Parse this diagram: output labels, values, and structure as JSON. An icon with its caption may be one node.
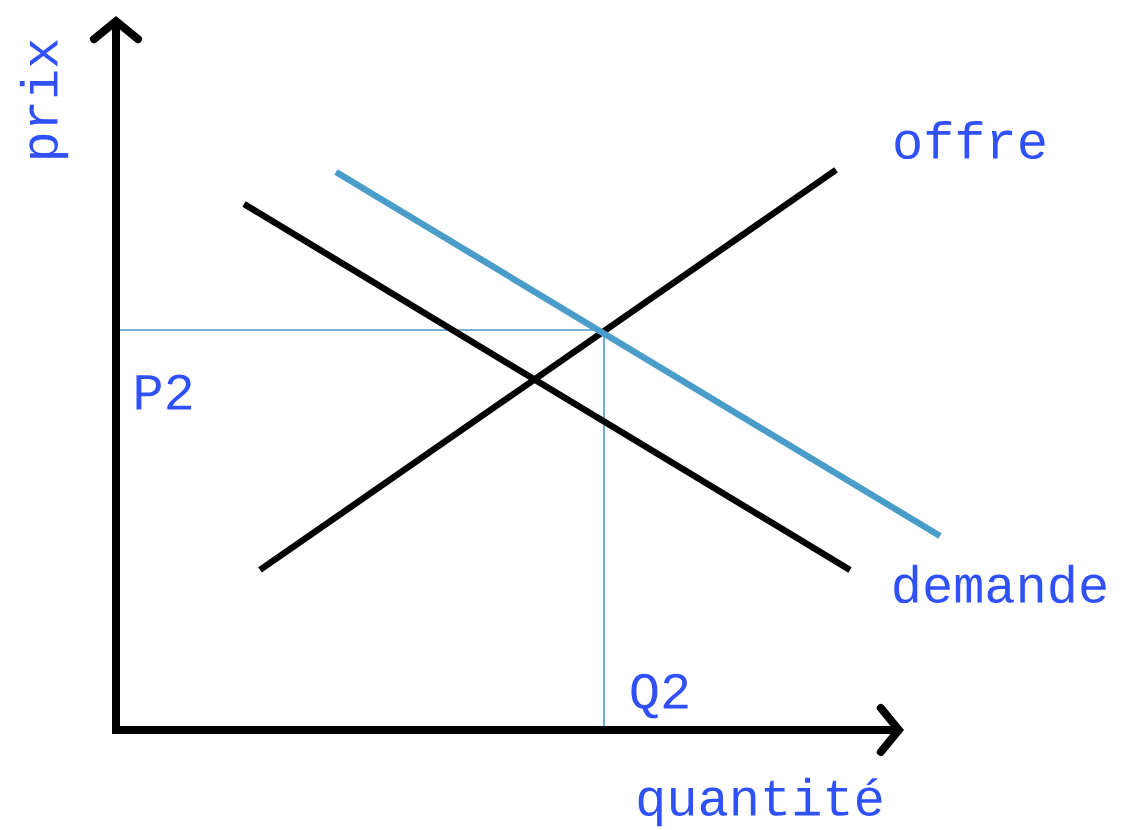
{
  "diagram": {
    "labels": [
      "prix",
      "offre",
      "P2",
      "demande",
      "Q2",
      "quantité"
    ]
  }
}
